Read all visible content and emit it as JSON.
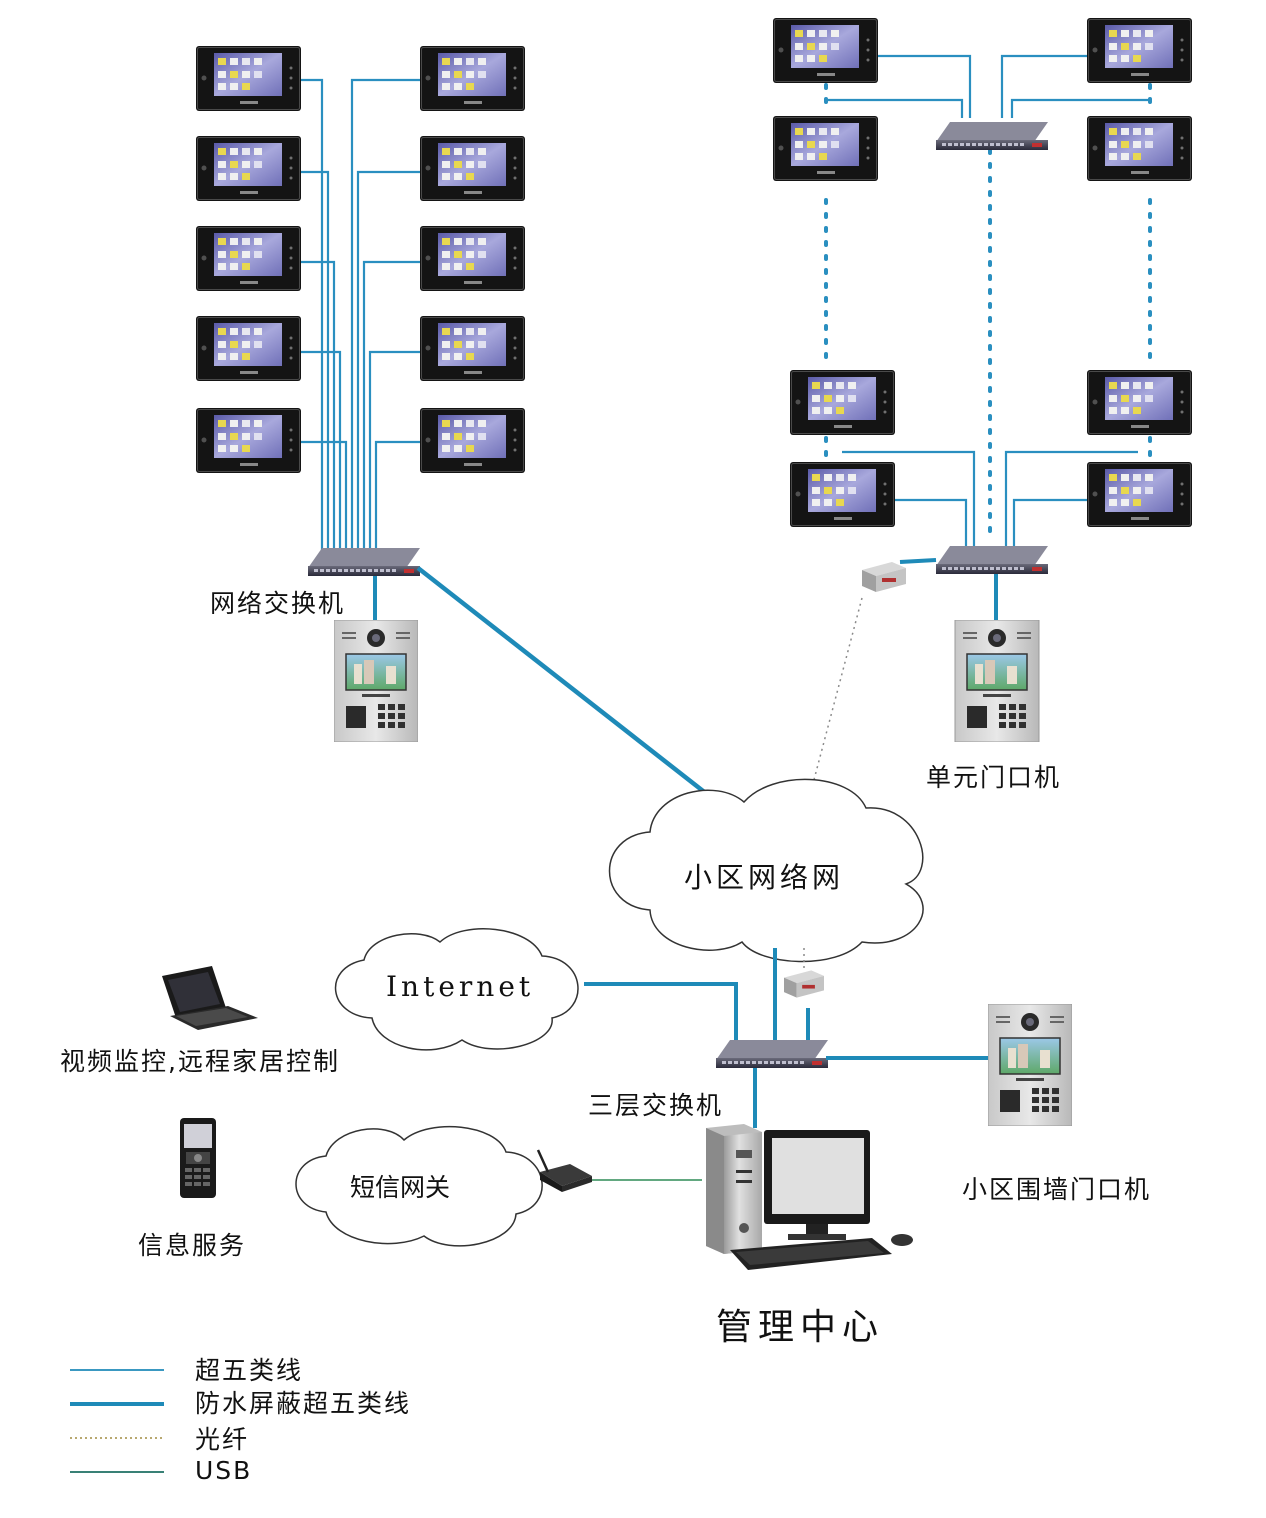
{
  "labels": {
    "network_switch": "网络交换机",
    "unit_door_station": "单元门口机",
    "community_network": "小区网络网",
    "internet": "Internet",
    "remote_control": "视频监控,远程家居控制",
    "layer3_switch": "三层交换机",
    "sms_gateway": "短信网关",
    "wall_door_station": "小区围墙门口机",
    "info_service": "信息服务",
    "management_center": "管理中心"
  },
  "legend": [
    {
      "label": "超五类线",
      "style": "thin",
      "color": "#1e8ab8"
    },
    {
      "label": "防水屏蔽超五类线",
      "style": "thick",
      "color": "#1e8ab8"
    },
    {
      "label": "光纤",
      "style": "dotted",
      "color": "#b8a870"
    },
    {
      "label": "USB",
      "style": "thin",
      "color": "#1d6f63"
    }
  ],
  "colors": {
    "cable": "#1e8ab8",
    "fiber": "#8a8a8a",
    "usb": "#2e8b57",
    "monitor_bezel": "#1a1a1a",
    "monitor_screen": "#8e8ec8"
  }
}
